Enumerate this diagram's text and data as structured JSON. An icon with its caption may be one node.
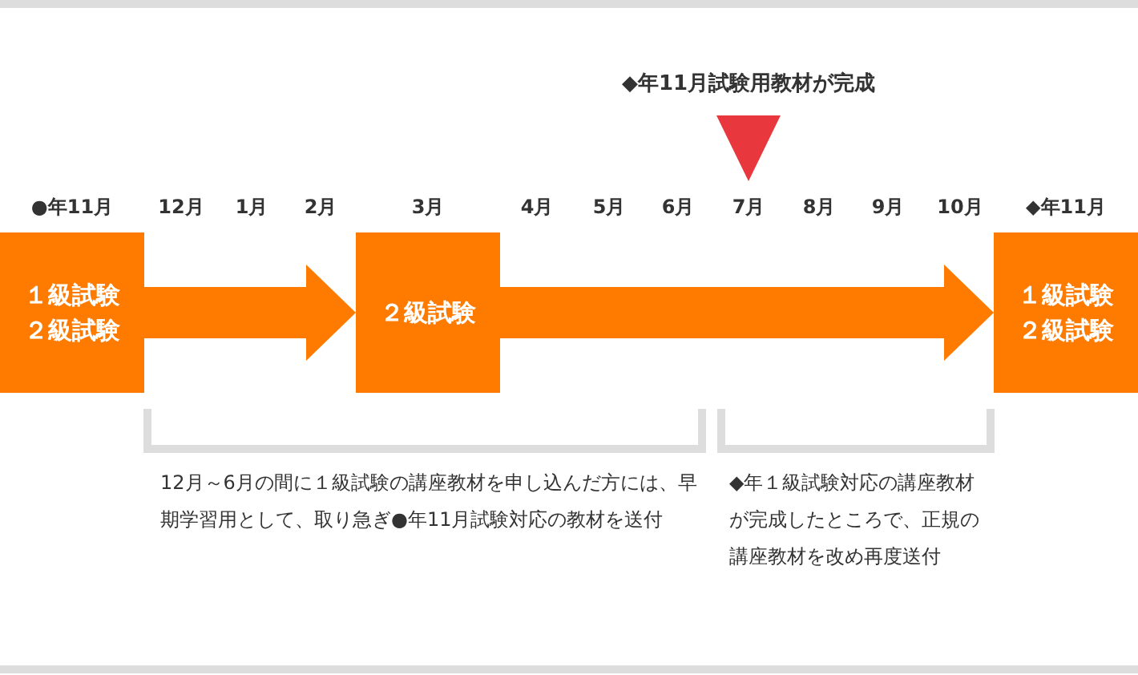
{
  "diagram": {
    "nodes": [
      {
        "text": [
          "１級試験",
          "２級試験"
        ]
      },
      {
        "text": [
          "２級試験"
        ]
      },
      {
        "text": [
          "１級試験",
          "２級試験"
        ]
      }
    ],
    "edges": [
      {
        "from": 0,
        "to": 1,
        "arrow": "to"
      },
      {
        "from": 1,
        "to": 2,
        "arrow": "to"
      }
    ],
    "labels": [
      "◆年11月試験用教材が完成",
      "●年11月",
      "12月",
      "1月",
      "2月",
      "3月",
      "4月",
      "5月",
      "6月",
      "7月",
      "8月",
      "9月",
      "10月",
      "◆年11月",
      "12月～6月の間に１級試験の講座教材を申し込んだ方には、早期学習用として、取り急ぎ●年11月試験対応の教材を送付",
      "◆年１級試験対応の講座教材が完成したところで、正規の講座教材を改め再度送付"
    ]
  }
}
